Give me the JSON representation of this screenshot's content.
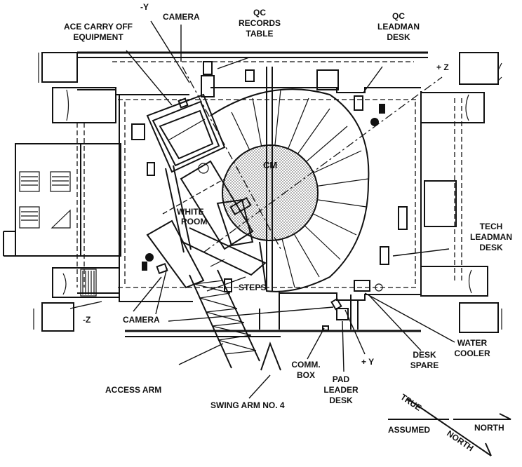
{
  "labels": {
    "minus_y": "-Y",
    "camera_top": "CAMERA",
    "qc_records_table": [
      "QC",
      "RECORDS",
      "TABLE"
    ],
    "ace_carry_off": [
      "ACE CARRY OFF",
      "EQUIPMENT"
    ],
    "qc_leadman_desk": [
      "QC",
      "LEADMAN",
      "DESK"
    ],
    "plus_z": "+ Z",
    "cm": "CM",
    "white_room": [
      "WHITE",
      "ROOM"
    ],
    "tech_leadman_desk": [
      "TECH",
      "LEADMAN",
      "DESK"
    ],
    "steps": "STEPS",
    "minus_z": "-Z",
    "camera_bottom": "CAMERA",
    "water_cooler": [
      "WATER",
      "COOLER"
    ],
    "desk_spare": [
      "DESK",
      "SPARE"
    ],
    "plus_y": "+ Y",
    "comm_box": [
      "COMM.",
      "BOX"
    ],
    "pad_leader_desk": [
      "PAD",
      "LEADER",
      "DESK"
    ],
    "access_arm": "ACCESS ARM",
    "swing_arm": "SWING ARM NO. 4",
    "true": "TRUE",
    "assumed": "ASSUMED",
    "north_right": "NORTH",
    "north_diag": "NORTH"
  }
}
